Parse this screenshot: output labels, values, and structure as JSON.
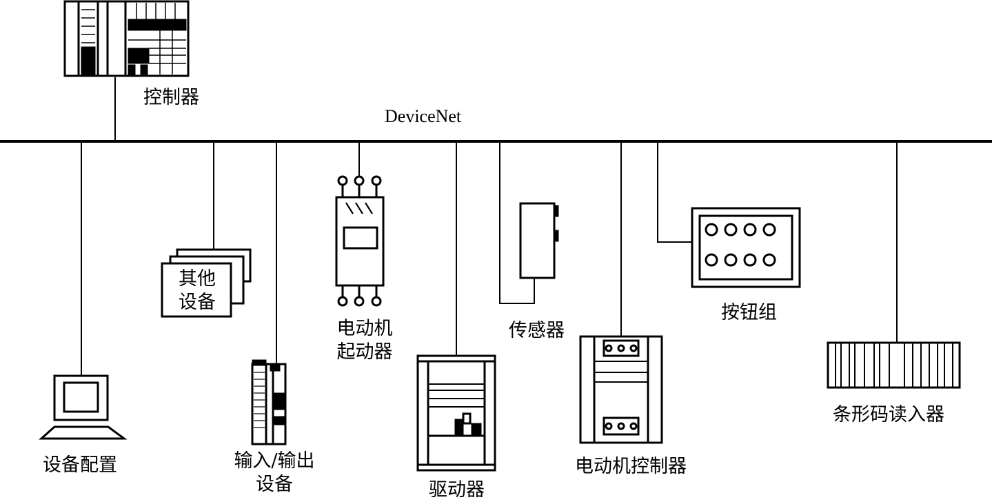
{
  "bus": {
    "label": "DeviceNet"
  },
  "nodes": {
    "controller": {
      "label": "控制器"
    },
    "config": {
      "label": "设备配置"
    },
    "other": {
      "line1": "其他",
      "line2": "设备"
    },
    "io": {
      "line1": "输入/输出",
      "line2": "设备"
    },
    "motor_starter": {
      "line1": "电动机",
      "line2": "起动器"
    },
    "drive": {
      "label": "驱动器"
    },
    "sensor": {
      "label": "传感器"
    },
    "motor_controller": {
      "label": "电动机控制器"
    },
    "button_group": {
      "label": "按钮组"
    },
    "barcode_reader": {
      "label": "条形码读入器"
    }
  },
  "colors": {
    "stroke": "#000000",
    "background": "#ffffff"
  }
}
